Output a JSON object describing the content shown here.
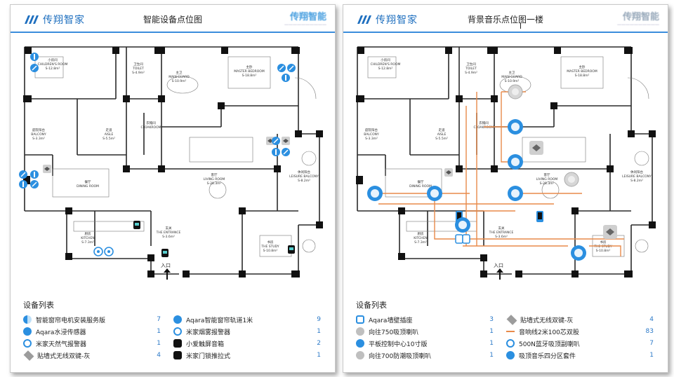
{
  "left": {
    "brand_logo_text": "传翔智家",
    "title": "智能设备点位图",
    "brand_right": "传翔智能",
    "entrance_label": "入口",
    "rooms": [
      "小房间",
      "CHILDREN'S ROOM",
      "S-12.8m²",
      "卫生间",
      "TOILET",
      "S-4.9m²",
      "主卫",
      "MAIN GUARD",
      "S-10.9m²",
      "主卧",
      "MASTER BEDROOM",
      "S-18.8m²",
      "衣帽间",
      "CLOAKROOM",
      "走道",
      "AISLE",
      "S-5.5m²",
      "庭院阳台",
      "BALCONY",
      "S-3.3m²",
      "客厅",
      "LIVING ROOM",
      "S-28.3m²",
      "餐厅",
      "DINING ROOM",
      "休闲阳台",
      "LEISURE BALCONY",
      "S-8.2m²",
      "厨房",
      "KITCHEN",
      "S-7.3m²",
      "玄关",
      "THE ENTRANCE",
      "S-3.6m²",
      "书房",
      "THE STUDY",
      "S-10.8m²"
    ],
    "legend_title": "设备列表",
    "legend": [
      {
        "icon": "curtain-motor-icon",
        "label": "智能窗帘电机安装服务版",
        "count": "7"
      },
      {
        "icon": "water-sensor-icon",
        "label": "Aqara水浸传感器",
        "count": "1"
      },
      {
        "icon": "gas-alarm-icon",
        "label": "米家天然气报警器",
        "count": "1"
      },
      {
        "icon": "wireless-switch-icon",
        "label": "贴墙式无线双键-灰",
        "count": "4"
      },
      {
        "icon": "curtain-track-icon",
        "label": "Aqara智能窗帘轨道1米",
        "count": "9"
      },
      {
        "icon": "smoke-alarm-icon",
        "label": "米家烟雾报警器",
        "count": "1"
      },
      {
        "icon": "touch-speaker-icon",
        "label": "小爱触屏音箱",
        "count": "2"
      },
      {
        "icon": "door-lock-icon",
        "label": "米家门锁推拉式",
        "count": "1"
      }
    ]
  },
  "right": {
    "brand_logo_text": "传翔智家",
    "title": "背景音乐点位图一楼",
    "brand_right": "传翔智能",
    "entrance_label": "入口",
    "legend_title": "设备列表",
    "legend": [
      {
        "icon": "wall-socket-icon",
        "label": "Aqara墙壁插座",
        "count": "3"
      },
      {
        "icon": "ceiling-speaker-750-icon",
        "label": "向往750吸顶喇叭",
        "count": "1"
      },
      {
        "icon": "control-panel-icon",
        "label": "平板控制中心10寸版",
        "count": "1"
      },
      {
        "icon": "ceiling-speaker-700-icon",
        "label": "向往700防潮吸顶喇叭",
        "count": "1"
      },
      {
        "icon": "wireless-switch-icon",
        "label": "贴墙式无线双键-灰",
        "count": "4"
      },
      {
        "icon": "speaker-cable-icon",
        "label": "音响线2米100芯双股",
        "count": "83"
      },
      {
        "icon": "bluetooth-speaker-icon",
        "label": "500N蓝牙吸顶副喇叭",
        "count": "7"
      },
      {
        "icon": "zone-kit-icon",
        "label": "吸顶音乐四分区套件",
        "count": "1"
      }
    ]
  },
  "colors": {
    "accent": "#2b8fe0",
    "rule": "#3b8ddc",
    "wire": "#e88a4a",
    "wall": "#222222"
  }
}
